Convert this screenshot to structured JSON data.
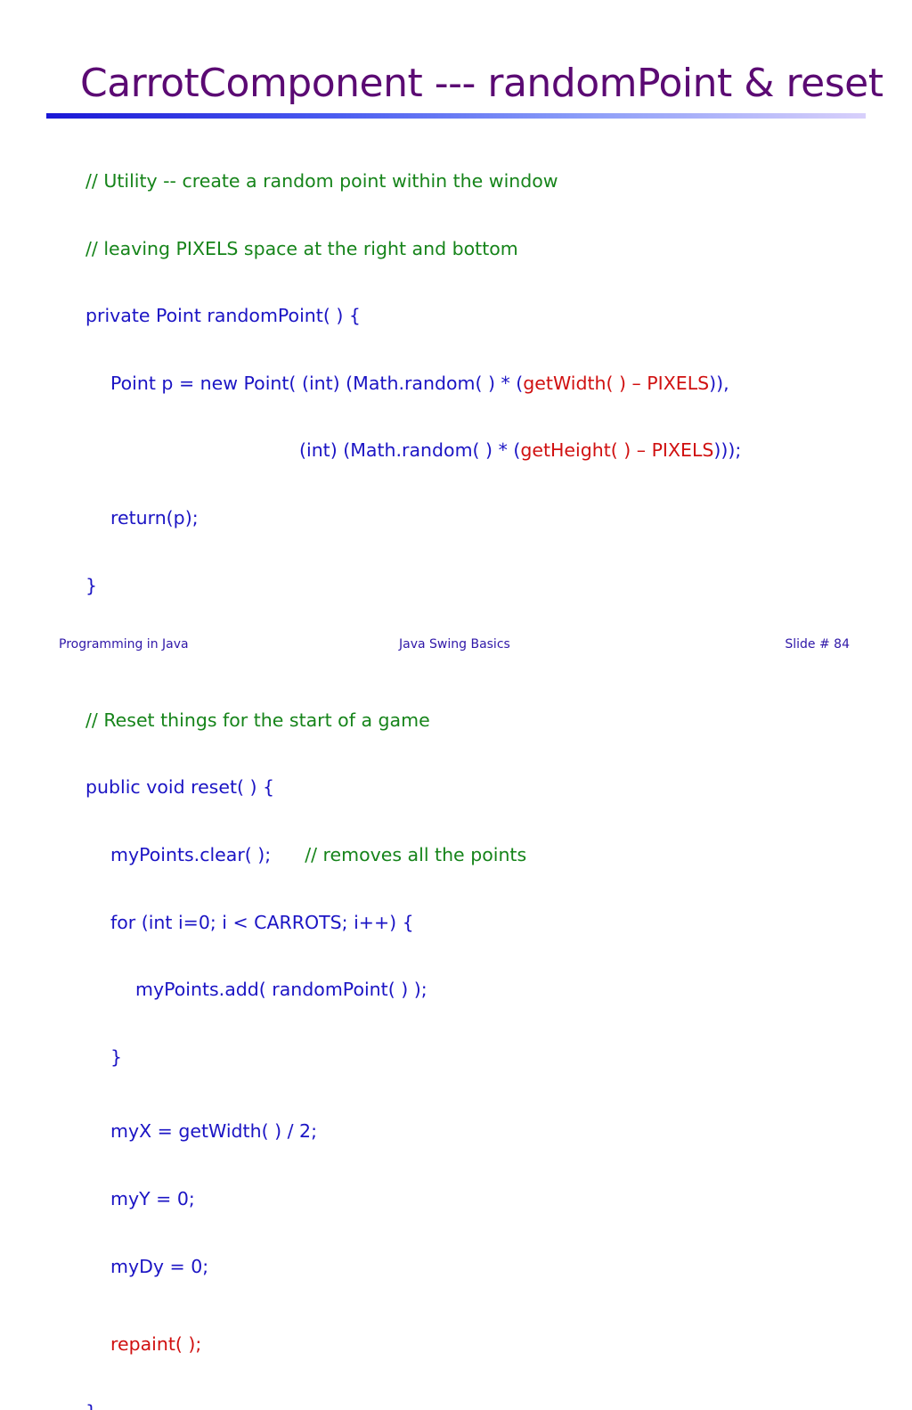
{
  "slide": {
    "title": "CarrotComponent --- randomPoint & reset",
    "code": {
      "c1": "// Utility -- create a random point within the window",
      "c2": "// leaving PIXELS space at the right and bottom",
      "l3": "private Point randomPoint( ) {",
      "l4a": "Point p = new Point( (int) (Math.random( ) * (",
      "l4b": "getWidth( ) – PIXELS",
      "l4c": ")),",
      "l5a": "(int) (Math.random( ) * (",
      "l5b": "getHeight( ) – PIXELS",
      "l5c": ")));",
      "l6": "return(p);",
      "l7": "}",
      "c8": "// Reset things for the start of a game",
      "l9": "public void reset( ) {",
      "l10a": "myPoints.clear( );",
      "l10b": "// removes all the points",
      "l11": "for (int i=0; i < CARROTS; i++) {",
      "l12": "myPoints.add( randomPoint( ) );",
      "l13": "}",
      "l14": "myX = getWidth( ) / 2;",
      "l15": "myY = 0;",
      "l16": "myDy = 0;",
      "l17": "repaint( );",
      "l18": "}"
    },
    "footer": {
      "left": "Programming in Java",
      "center": "Java Swing Basics",
      "right": "Slide # 84"
    },
    "colors": {
      "title": "#5b0a73",
      "code": "#1b14c4",
      "comment": "#16841a",
      "highlight": "#d01010",
      "footer": "#2f17a8"
    }
  }
}
